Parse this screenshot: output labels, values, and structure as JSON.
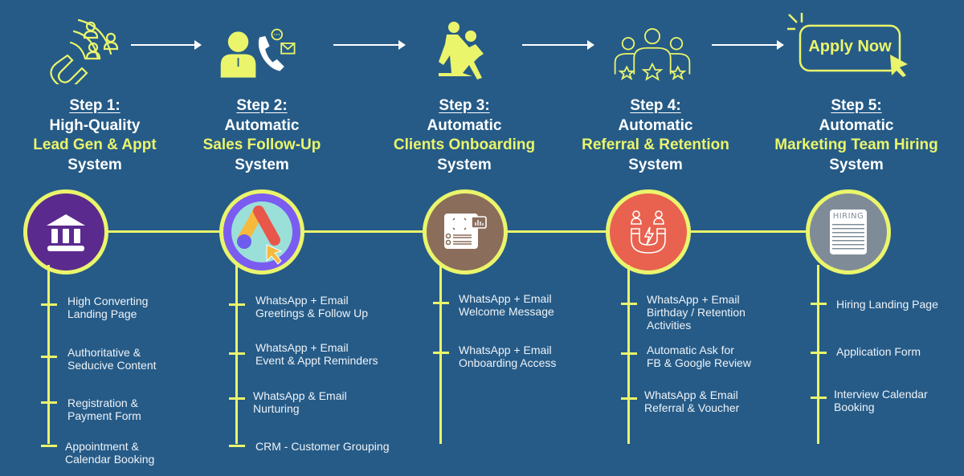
{
  "colors": {
    "background": "#265b87",
    "accent": "#eaf56b",
    "text": "#ffffff"
  },
  "steps": [
    {
      "step_label": "Step 1:",
      "line1": "High-Quality",
      "highlight": "Lead Gen & Appt",
      "line3": "System",
      "top_icon": "magnet-attracting-people-icon",
      "circle_icon": "bank-building-icon",
      "circle_color": "#5b2a8e",
      "items": [
        [
          "High Converting",
          "Landing Page"
        ],
        [
          "Authoritative &",
          "Seducive Content"
        ],
        [
          "Registration &",
          "Payment Form"
        ],
        [
          "Appointment &",
          "Calendar Booking"
        ]
      ]
    },
    {
      "step_label": "Step 2:",
      "line1": "Automatic",
      "highlight": "Sales Follow-Up",
      "line3": "System",
      "top_icon": "person-phone-message-icon",
      "circle_icon": "google-ads-icon",
      "circle_color": "#7a5cf0",
      "items": [
        [
          "WhatsApp + Email",
          "Greetings & Follow Up"
        ],
        [
          "WhatsApp + Email",
          "Event & Appt Reminders"
        ],
        [
          "WhatsApp & Email",
          "Nurturing"
        ],
        [
          "CRM - Customer Grouping"
        ]
      ]
    },
    {
      "step_label": "Step 3:",
      "line1": "Automatic",
      "highlight": "Clients Onboarding",
      "line3": "System",
      "top_icon": "helping-hand-climb-icon",
      "circle_icon": "onboarding-checklist-icon",
      "circle_color": "#8b6d5c",
      "items": [
        [
          "WhatsApp + Email",
          "Welcome Message"
        ],
        [
          "WhatsApp + Email",
          "Onboarding Access"
        ]
      ]
    },
    {
      "step_label": "Step 4:",
      "line1": "Automatic",
      "highlight": "Referral & Retention",
      "line3": "System",
      "top_icon": "people-star-rating-icon",
      "circle_icon": "magnet-retention-icon",
      "circle_color": "#e8624f",
      "items": [
        [
          "WhatsApp + Email",
          "Birthday / Retention",
          "Activities"
        ],
        [
          "Automatic Ask for",
          "FB & Google Review"
        ],
        [
          "WhatsApp & Email",
          "Referral & Voucher"
        ]
      ]
    },
    {
      "step_label": "Step 5:",
      "line1": "Automatic",
      "highlight": "Marketing Team Hiring",
      "line3": "System",
      "top_icon": "apply-now-button-icon",
      "apply_label": "Apply Now",
      "circle_icon": "hiring-document-icon",
      "hiring_label": "HIRING",
      "circle_color": "#7f8c98",
      "items": [
        [
          "Hiring Landing Page"
        ],
        [
          "Application Form"
        ],
        [
          "Interview Calendar",
          "Booking"
        ]
      ]
    }
  ]
}
